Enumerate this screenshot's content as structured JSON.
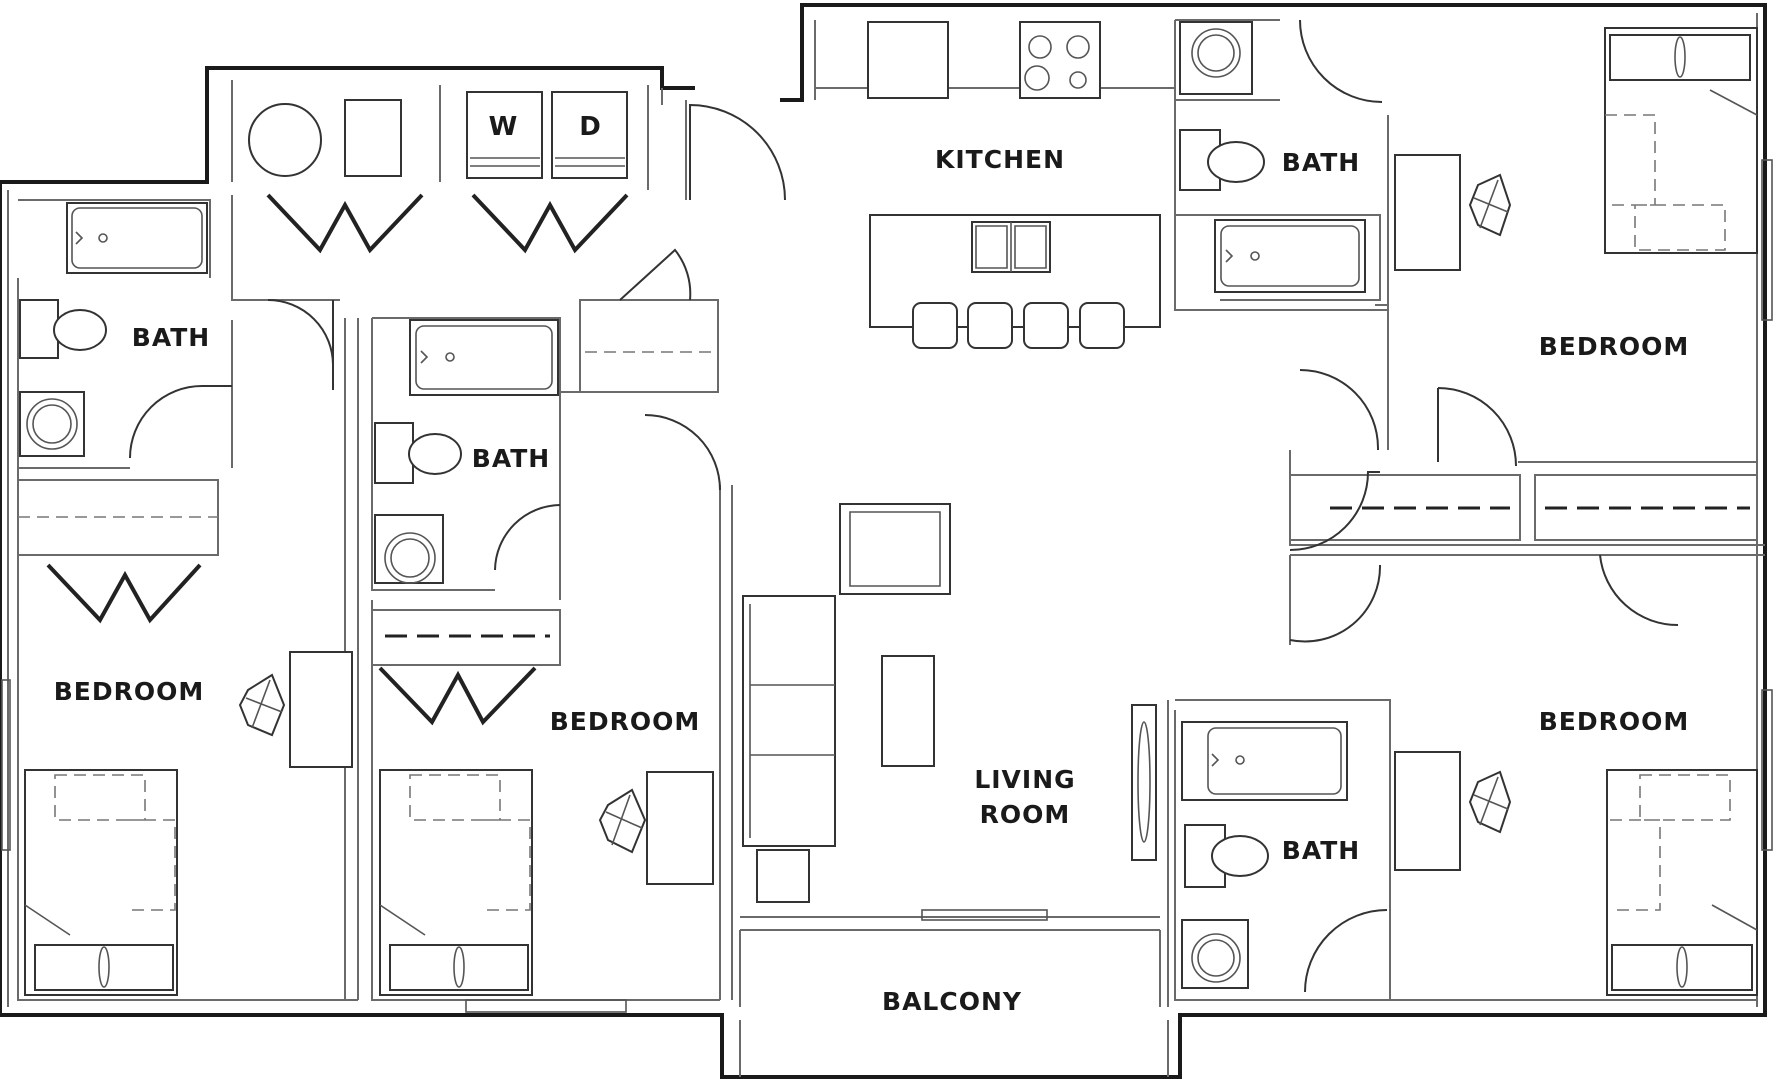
{
  "rooms": {
    "kitchen": "KITCHEN",
    "bath_top_right": "BATH",
    "bath_left": "BATH",
    "bath_middle": "BATH",
    "bath_bottom_right": "BATH",
    "bedroom_top_right": "BEDROOM",
    "bedroom_left": "BEDROOM",
    "bedroom_middle": "BEDROOM",
    "bedroom_bottom_right": "BEDROOM",
    "living_line1": "LIVING",
    "living_line2": "ROOM",
    "balcony": "BALCONY"
  },
  "appliances": {
    "washer": "W",
    "dryer": "D"
  }
}
